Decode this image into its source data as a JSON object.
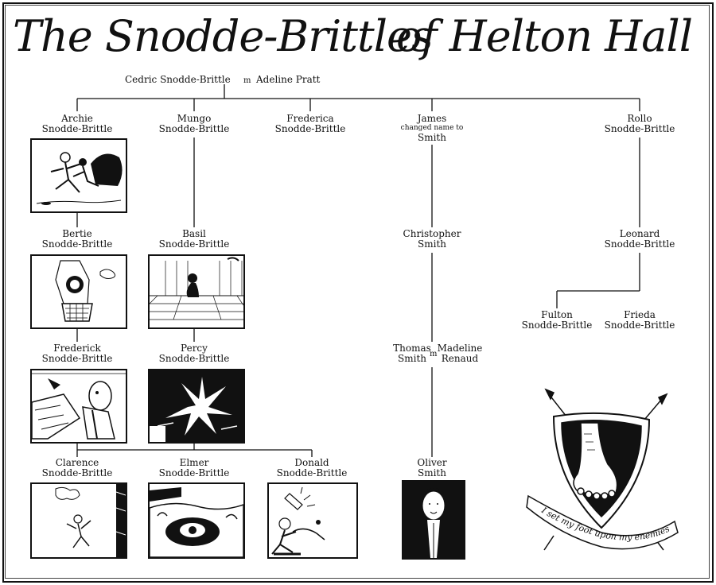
{
  "title": {
    "left": "The Snodde-Brittles",
    "right": "of Helton Hall"
  },
  "root": {
    "husband": "Cedric Snodde-Brittle",
    "m": "m",
    "wife": "Adeline Pratt"
  },
  "gen1": {
    "archie": [
      "Archie",
      "Snodde-Brittle"
    ],
    "mungo": [
      "Mungo",
      "Snodde-Brittle"
    ],
    "frederica": [
      "Frederica",
      "Snodde-Brittle"
    ],
    "james": [
      "James",
      "changed name to",
      "Smith"
    ],
    "rollo": [
      "Rollo",
      "Snodde-Brittle"
    ]
  },
  "gen2": {
    "bertie": [
      "Bertie",
      "Snodde-Brittle"
    ],
    "basil": [
      "Basil",
      "Snodde-Brittle"
    ],
    "christopher": [
      "Christopher",
      "Smith"
    ],
    "leonard": [
      "Leonard",
      "Snodde-Brittle"
    ]
  },
  "gen3": {
    "frederick": [
      "Frederick",
      "Snodde-Brittle"
    ],
    "percy": [
      "Percy",
      "Snodde-Brittle"
    ],
    "thomas": [
      "Thomas",
      "Smith"
    ],
    "thomas_m": "m",
    "madeline": [
      "Madeline",
      "Renaud"
    ],
    "fulton": [
      "Fulton",
      "Snodde-Brittle"
    ],
    "frieda": [
      "Frieda",
      "Snodde-Brittle"
    ]
  },
  "gen4": {
    "clarence": [
      "Clarence",
      "Snodde-Brittle"
    ],
    "elmer": [
      "Elmer",
      "Snodde-Brittle"
    ],
    "donald": [
      "Donald",
      "Snodde-Brittle"
    ],
    "oliver": [
      "Oliver",
      "Smith"
    ]
  },
  "crest": {
    "motto": "I set my foot upon my enemies"
  },
  "colors": {
    "ink": "#111111",
    "paper": "#ffffff"
  }
}
